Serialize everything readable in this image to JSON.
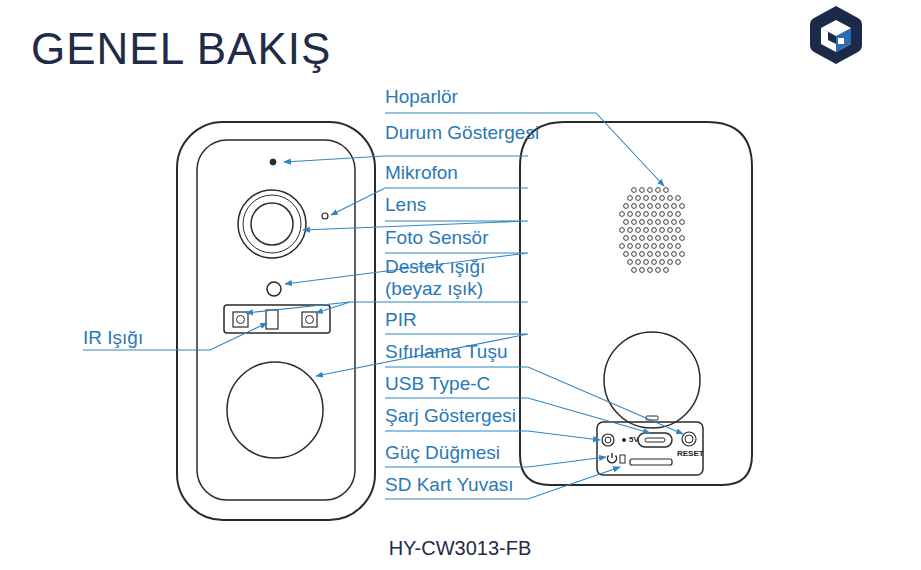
{
  "diagram": {
    "title": "GENEL BAKIŞ",
    "caption": "HY-CW3013-FB",
    "labels": [
      "Hoparlör",
      "Durum Göstergesi",
      "Mikrofon",
      "Lens",
      "Foto Sensör",
      "Destek ışığı (beyaz ışık)",
      "IR Işığı",
      "PIR",
      "Sıfırlama Tuşu",
      "USB Type-C",
      "Şarj Göstergesi",
      "Güç Düğmesi",
      "SD Kart Yuvası",
      "5V",
      "RESET"
    ]
  }
}
